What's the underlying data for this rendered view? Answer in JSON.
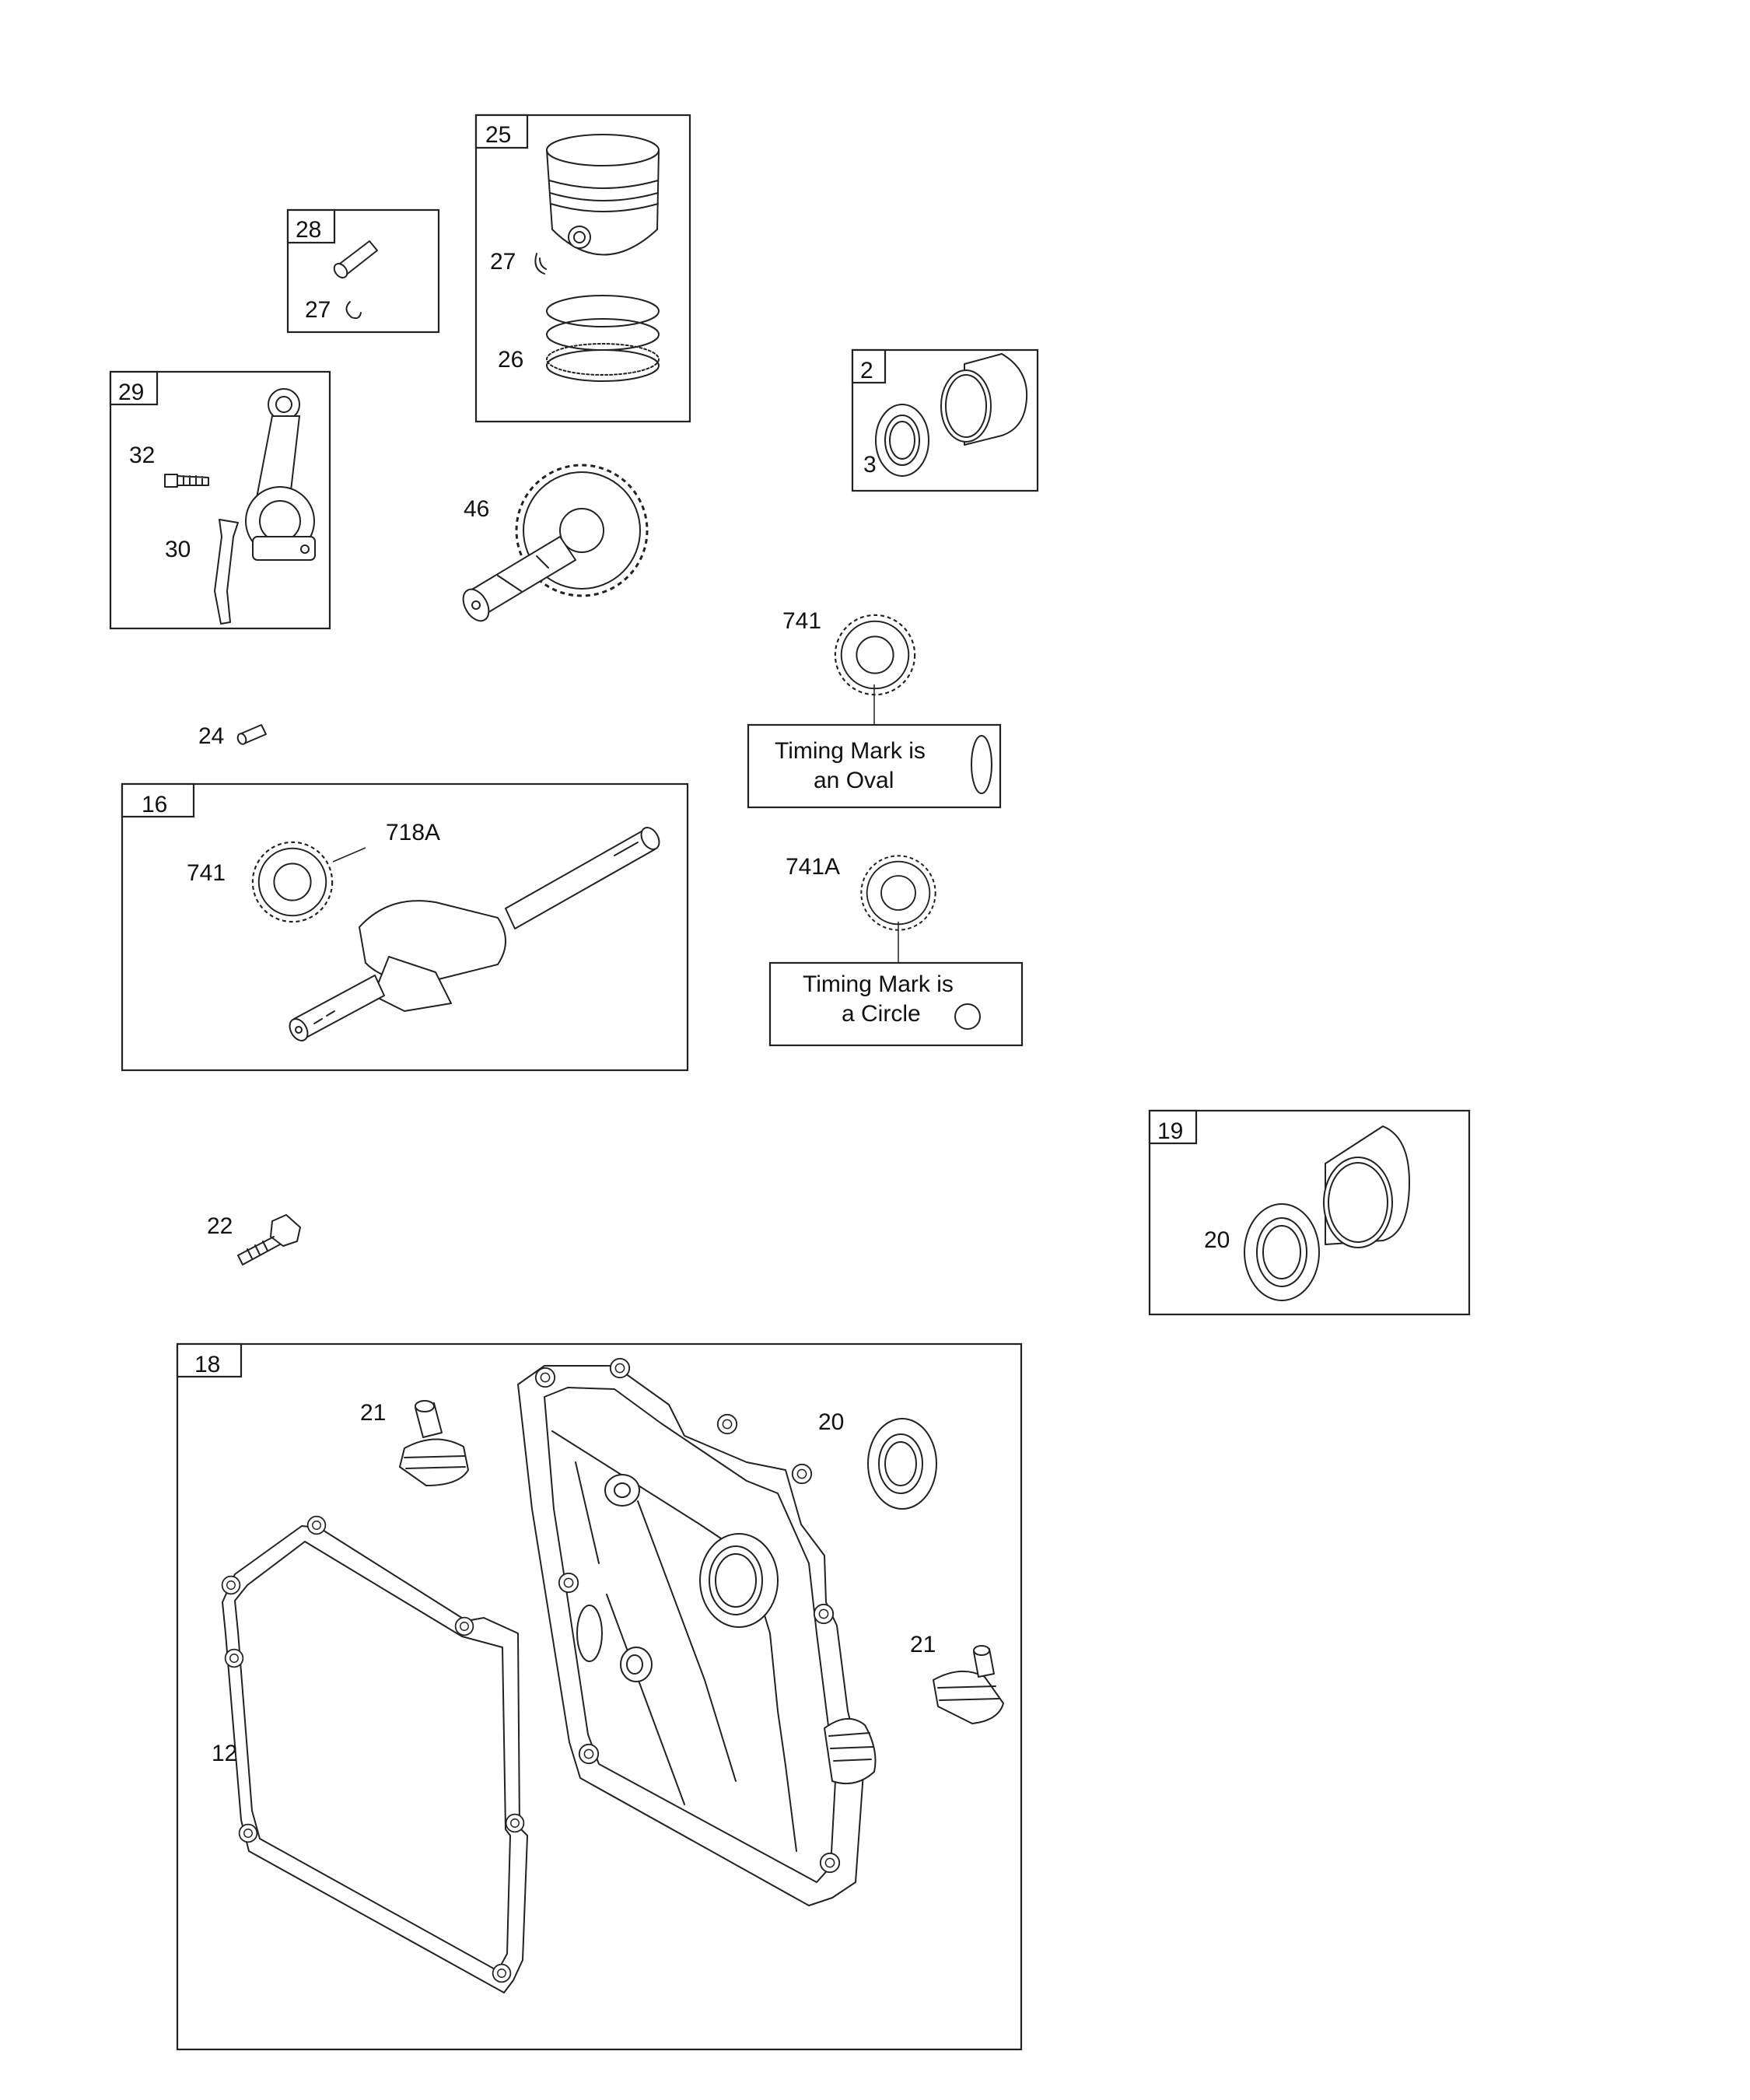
{
  "callouts": {
    "c25": "25",
    "c27_piston": "27",
    "c26": "26",
    "c28": "28",
    "c27_pin": "27",
    "c29": "29",
    "c32": "32",
    "c30": "30",
    "c2": "2",
    "c3": "3",
    "c46": "46",
    "c741_top": "741",
    "c741A": "741A",
    "c24": "24",
    "c16": "16",
    "c718A": "718A",
    "c741_crank": "741",
    "c19": "19",
    "c20_seal": "20",
    "c22": "22",
    "c18": "18",
    "c21_a": "21",
    "c21_b": "21",
    "c20_cover": "20",
    "c12": "12"
  },
  "notes": {
    "oval_line1": "Timing Mark is",
    "oval_line2": "an Oval",
    "circle_line1": "Timing Mark is",
    "circle_line2": "a Circle"
  }
}
